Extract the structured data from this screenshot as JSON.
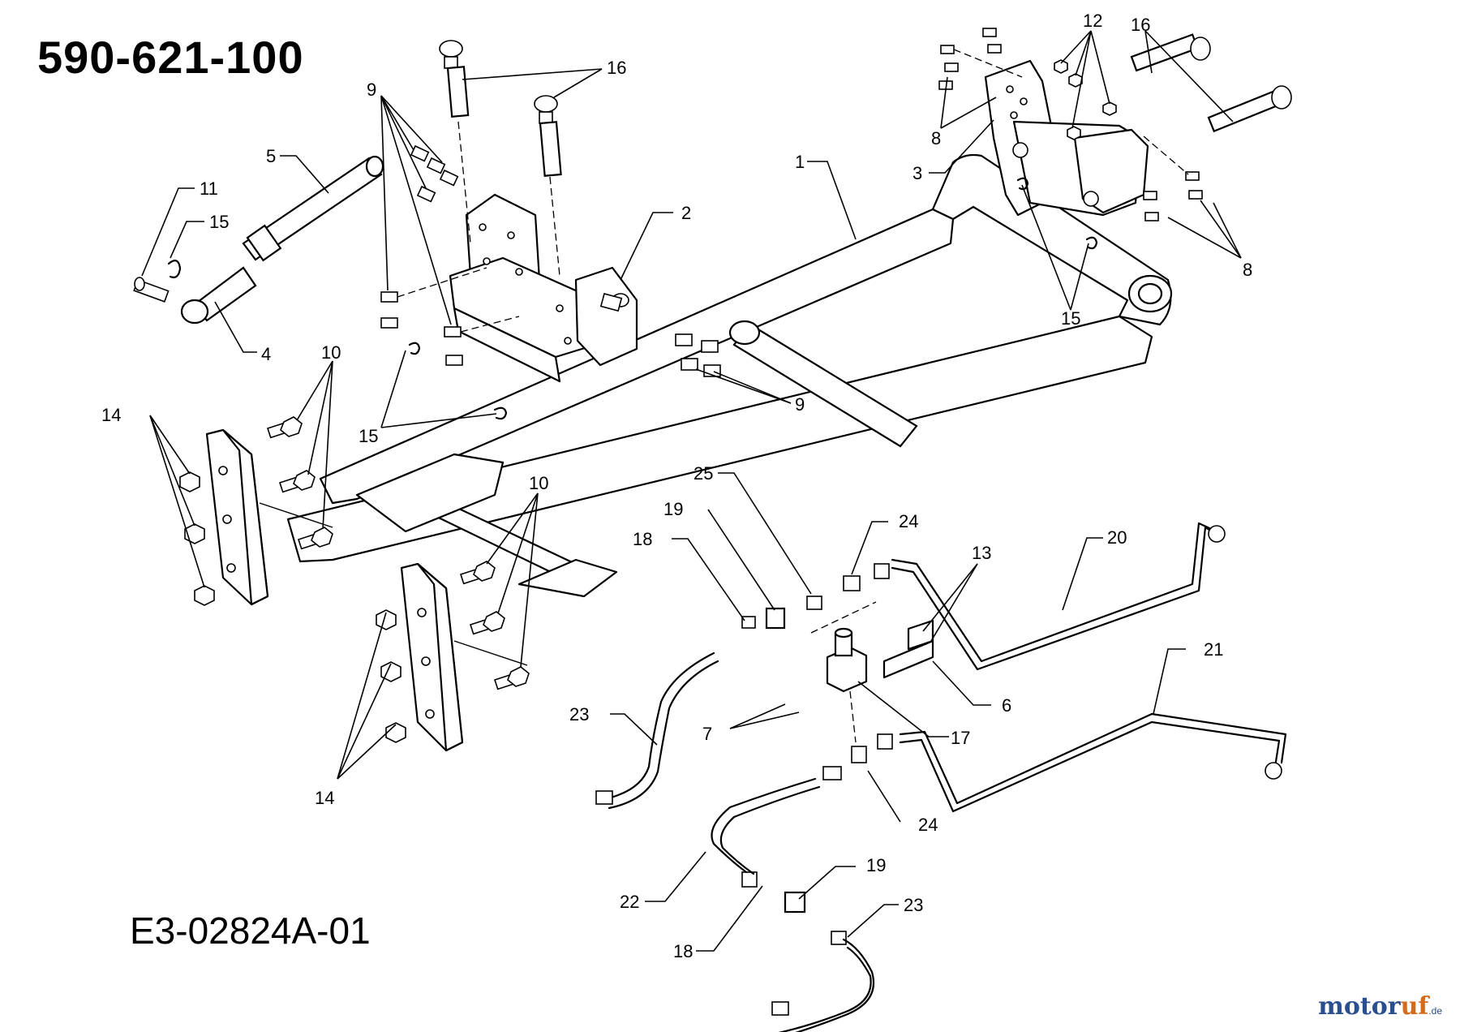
{
  "title": "590-621-100",
  "drawing_number": "E3-02824A-01",
  "watermark": {
    "brand": "motoruf",
    "accent": "motor",
    "tld": ".de"
  },
  "callouts": [
    {
      "id": "1",
      "label": "1"
    },
    {
      "id": "2",
      "label": "2"
    },
    {
      "id": "3",
      "label": "3"
    },
    {
      "id": "4",
      "label": "4"
    },
    {
      "id": "5",
      "label": "5"
    },
    {
      "id": "6",
      "label": "6"
    },
    {
      "id": "7",
      "label": "7"
    },
    {
      "id": "8a",
      "label": "8"
    },
    {
      "id": "8b",
      "label": "8"
    },
    {
      "id": "9a",
      "label": "9"
    },
    {
      "id": "9b",
      "label": "9"
    },
    {
      "id": "10a",
      "label": "10"
    },
    {
      "id": "10b",
      "label": "10"
    },
    {
      "id": "11",
      "label": "11"
    },
    {
      "id": "12",
      "label": "12"
    },
    {
      "id": "13",
      "label": "13"
    },
    {
      "id": "14a",
      "label": "14"
    },
    {
      "id": "14b",
      "label": "14"
    },
    {
      "id": "15a",
      "label": "15"
    },
    {
      "id": "15b",
      "label": "15"
    },
    {
      "id": "15c",
      "label": "15"
    },
    {
      "id": "16a",
      "label": "16"
    },
    {
      "id": "16b",
      "label": "16"
    },
    {
      "id": "17",
      "label": "17"
    },
    {
      "id": "18a",
      "label": "18"
    },
    {
      "id": "18b",
      "label": "18"
    },
    {
      "id": "19a",
      "label": "19"
    },
    {
      "id": "19b",
      "label": "19"
    },
    {
      "id": "20",
      "label": "20"
    },
    {
      "id": "21",
      "label": "21"
    },
    {
      "id": "22",
      "label": "22"
    },
    {
      "id": "23a",
      "label": "23"
    },
    {
      "id": "23b",
      "label": "23"
    },
    {
      "id": "24a",
      "label": "24"
    },
    {
      "id": "24b",
      "label": "24"
    },
    {
      "id": "25",
      "label": "25"
    }
  ],
  "colors": {
    "ink": "#000000",
    "paper": "#ffffff",
    "brand_blue": "#2a4f8f",
    "brand_orange": "#d46b1c"
  }
}
